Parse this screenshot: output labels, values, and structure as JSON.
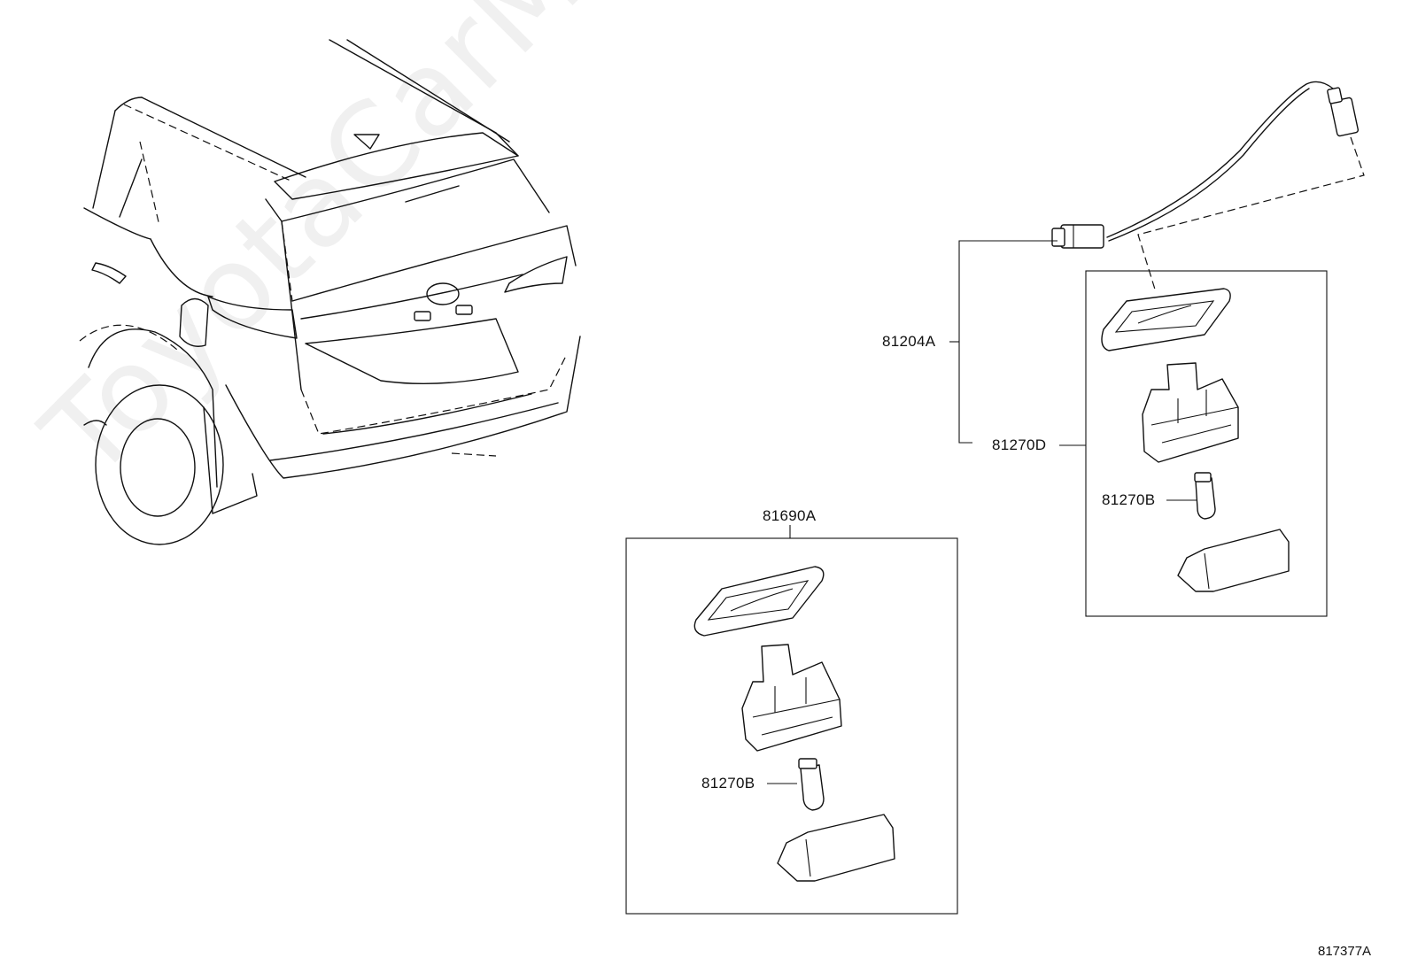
{
  "watermark": "ToyotaCarMine.ru",
  "callouts": {
    "a81204": "81204A",
    "a81270d": "81270D",
    "a81270b_upper": "81270B",
    "a81690": "81690A",
    "a81270b_lower": "81270B"
  },
  "figure_code": "817377A"
}
